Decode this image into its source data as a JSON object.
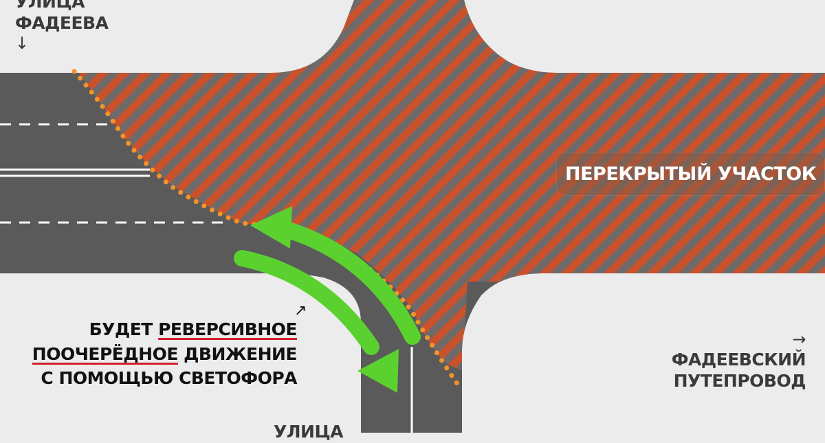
{
  "street_top": {
    "line1": "УЛИЦА",
    "line2": "ФАДЕЕВА",
    "arrow": "↓"
  },
  "street_right": {
    "arrow": "→",
    "line1": "ФАДЕЕВСКИЙ",
    "line2": "ПУТЕПРОВОД"
  },
  "street_bottom": {
    "label": "УЛИЦА"
  },
  "closed_section": {
    "label": "ПЕРЕКРЫТЫЙ УЧАСТОК"
  },
  "caption": {
    "w1": "БУДЕТ",
    "w2": "РЕВЕРСИВНОЕ",
    "w3": "ПООЧЕРЁДНОЕ",
    "w4": "ДВИЖЕНИЕ",
    "w5": "С ПОМОЩЬЮ СВЕТОФОРА",
    "arrow": "↗"
  },
  "colors": {
    "background": "#ececec",
    "road": "#5a5a5a",
    "hatch_orange": "#c9522c",
    "hatch_gray": "#6e6a69",
    "dots": "#f4932a",
    "arrow_green": "#5bd12f",
    "lane_marking": "#ffffff",
    "underline_red": "#d4202a"
  },
  "icons": [
    "arrow-down-icon",
    "arrow-right-icon",
    "arrow-up-right-icon",
    "green-double-curved-arrow-icon"
  ]
}
